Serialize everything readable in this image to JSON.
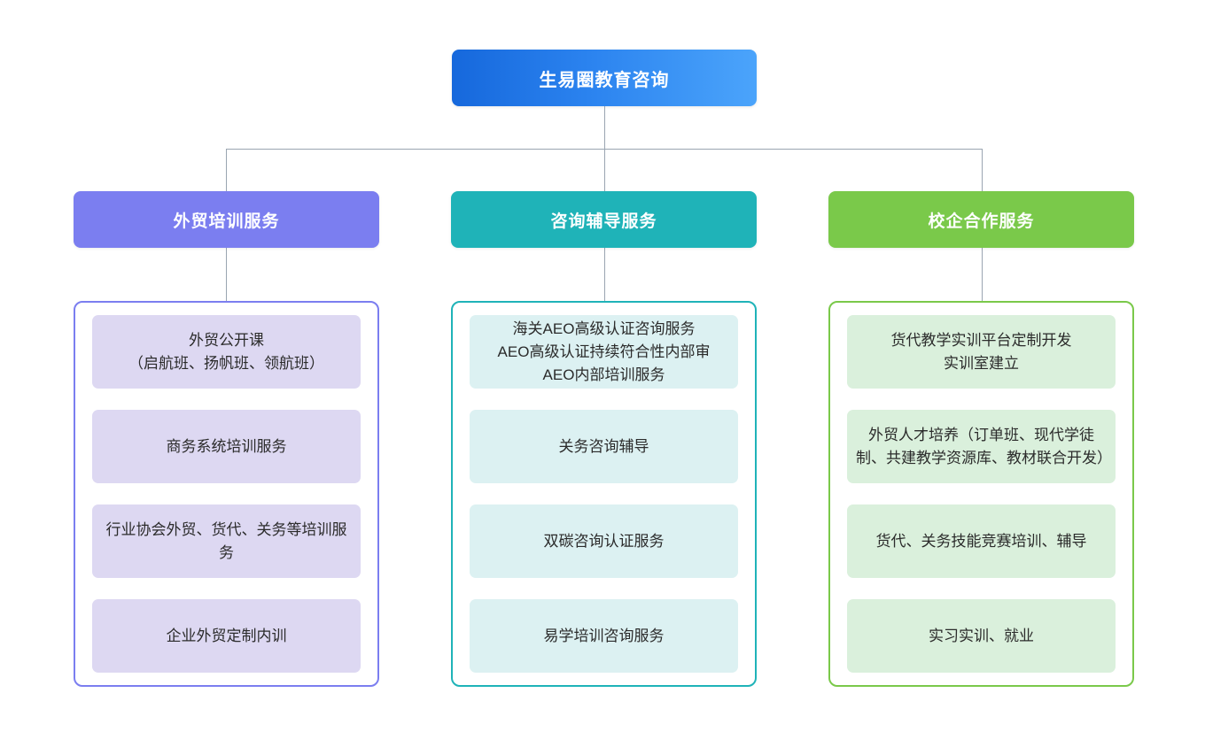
{
  "diagram": {
    "type": "organization-tree",
    "orientation": "top-down",
    "root": {
      "label": "生易圈教育咨询",
      "color": "#2b83ef",
      "gradient_from": "#1668dc",
      "gradient_to": "#4ba4fb",
      "text_color": "#ffffff"
    },
    "connector_color": "#9aa5b1",
    "branches": [
      {
        "label": "外贸培训服务",
        "header_color": "#7b7ef0",
        "border_color": "#7b7ef0",
        "leaf_color": "#ddd8f2",
        "items": [
          "外贸公开课\n（启航班、扬帆班、领航班）",
          "商务系统培训服务",
          "行业协会外贸、货代、关务等培训服务",
          "企业外贸定制内训"
        ]
      },
      {
        "label": "咨询辅导服务",
        "header_color": "#1fb3b8",
        "border_color": "#1fb3b8",
        "leaf_color": "#dcf1f2",
        "items": [
          "海关AEO高级认证咨询服务\nAEO高级认证持续符合性内部审\nAEO内部培训服务",
          "关务咨询辅导",
          "双碳咨询认证服务",
          "易学培训咨询服务"
        ]
      },
      {
        "label": "校企合作服务",
        "header_color": "#7ac94a",
        "border_color": "#7ac94a",
        "leaf_color": "#daf0dc",
        "items": [
          "货代教学实训平台定制开发\n实训室建立",
          "外贸人才培养（订单班、现代学徒制、共建教学资源库、教材联合开发）",
          "货代、关务技能竞赛培训、辅导",
          "实习实训、就业"
        ]
      }
    ]
  }
}
